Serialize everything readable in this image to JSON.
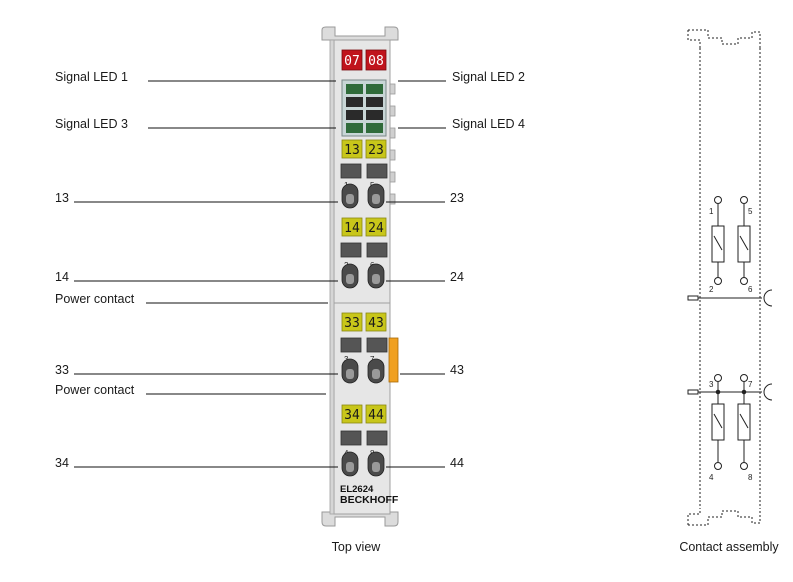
{
  "labels": {
    "signal_led_1": "Signal LED 1",
    "signal_led_2": "Signal LED 2",
    "signal_led_3": "Signal LED 3",
    "signal_led_4": "Signal LED 4",
    "t13": "13",
    "t23": "23",
    "t14": "14",
    "t24": "24",
    "power_contact_1": "Power contact",
    "t33": "33",
    "t43": "43",
    "power_contact_2": "Power contact",
    "t34": "34",
    "t44": "44"
  },
  "module": {
    "led_left": "07",
    "led_right": "08",
    "block1_left": "13",
    "block1_right": "23",
    "block2_left": "14",
    "block2_right": "24",
    "block3_left": "33",
    "block3_right": "43",
    "block4_left": "34",
    "block4_right": "44",
    "contact_1": "1",
    "contact_5": "5",
    "contact_2": "2",
    "contact_6": "6",
    "contact_3": "3",
    "contact_7": "7",
    "contact_4": "4",
    "contact_8": "8",
    "model": "EL2624",
    "brand": "BECKHOFF"
  },
  "captions": {
    "top_view": "Top view",
    "contact_assembly": "Contact assembly"
  },
  "schematic": {
    "pin_1": "1",
    "pin_5": "5",
    "pin_2": "2",
    "pin_6": "6",
    "pin_3": "3",
    "pin_7": "7",
    "pin_4": "4",
    "pin_8": "8"
  },
  "colors": {
    "led_red": "#c0141c",
    "terminal_yellow": "#c8c61a",
    "housing": "#e6e6e6",
    "orange_tab": "#f0a020"
  }
}
